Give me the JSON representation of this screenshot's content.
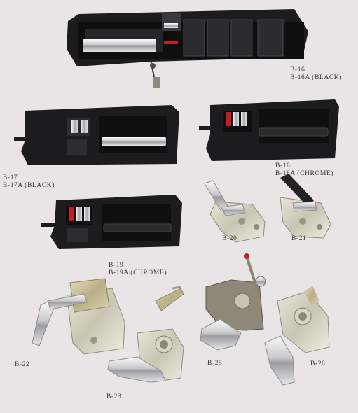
{
  "catalog": {
    "background": "#e9e4e6",
    "parts": [
      {
        "id": "B-16",
        "lines": [
          "B-16",
          "B-16A (BLACK)"
        ]
      },
      {
        "id": "B-17",
        "lines": [
          "B-17",
          "B-17A (BLACK)"
        ]
      },
      {
        "id": "B-18",
        "lines": [
          "B-18",
          "B-18A (CHROME)"
        ]
      },
      {
        "id": "B-19",
        "lines": [
          "B-19",
          "B-19A (CHROME)"
        ]
      },
      {
        "id": "B-20",
        "lines": [
          "B-20"
        ]
      },
      {
        "id": "B-21",
        "lines": [
          "B-21"
        ]
      },
      {
        "id": "B-22",
        "lines": [
          "B-22"
        ]
      },
      {
        "id": "B-23",
        "lines": [
          "B-23"
        ]
      },
      {
        "id": "B-25",
        "lines": [
          "B-25"
        ]
      },
      {
        "id": "B-26",
        "lines": [
          "B-26"
        ]
      }
    ]
  }
}
